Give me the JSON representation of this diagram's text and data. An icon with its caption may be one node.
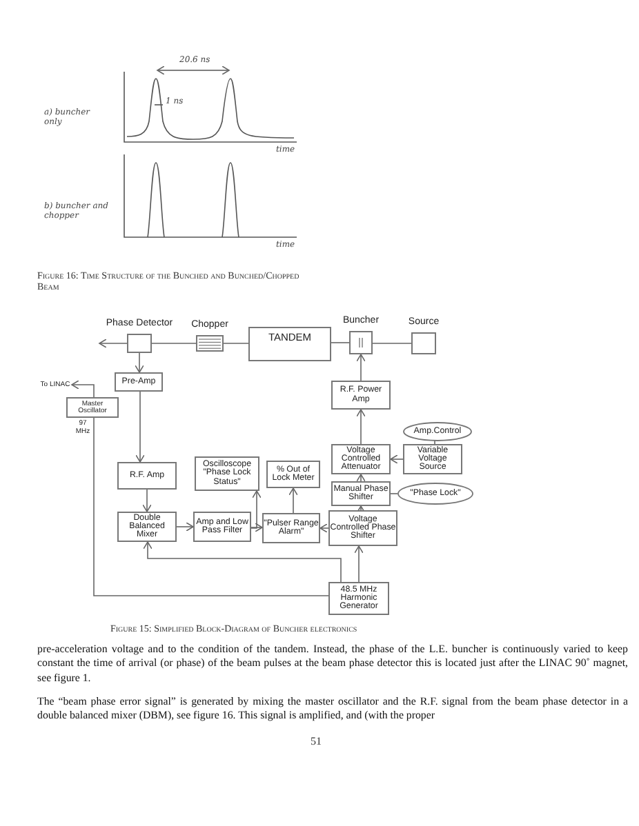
{
  "diagram": {
    "caption": "Figure 15: Simplified Block-Diagram of Buncher electronics",
    "nodes": [
      {
        "text": [
          "Phase Detector"
        ]
      },
      {
        "text": [
          "Chopper"
        ]
      },
      {
        "text": [
          "TANDEM"
        ]
      },
      {
        "text": [
          "Buncher"
        ]
      },
      {
        "text": [
          "Source"
        ]
      },
      {
        "text": [
          "Pre-Amp"
        ]
      },
      {
        "text": [
          "Master Oscillator"
        ],
        "beside": [
          "97 MHz"
        ]
      },
      {
        "text": [
          "R.F. Amp"
        ]
      },
      {
        "text": [
          "Double Balanced Mixer"
        ]
      },
      {
        "text": [
          "Amp and Low Pass Filter"
        ]
      },
      {
        "text": [
          "Oscilloscope \"Phase Lock Status\""
        ]
      },
      {
        "text": [
          "% Out of Lock Meter"
        ]
      },
      {
        "text": [
          "\"Pulser Range Alarm\""
        ]
      },
      {
        "text": [
          "R.F. Power Amp"
        ]
      },
      {
        "text": [
          "Amp.Control"
        ]
      },
      {
        "text": [
          "Voltage Controlled Attenuator"
        ]
      },
      {
        "text": [
          "Variable Voltage Source"
        ]
      },
      {
        "text": [
          "Manual Phase Shifter"
        ]
      },
      {
        "text": [
          "\"Phase Lock\""
        ]
      },
      {
        "text": [
          "Voltage Controlled Phase Shifter"
        ]
      },
      {
        "text": [
          "48.5 MHz Harmonic Generator"
        ]
      },
      {
        "text": [
          "To LINAC"
        ]
      }
    ],
    "edges": [
      {
        "from": 4,
        "to": 3,
        "arrow": "none"
      },
      {
        "from": 3,
        "to": 2,
        "arrow": "none"
      },
      {
        "from": 2,
        "to": 1,
        "arrow": "none"
      },
      {
        "from": 1,
        "to": 0,
        "arrow": "none"
      },
      {
        "from": 0,
        "to": null,
        "arrow": "to"
      },
      {
        "from": 0,
        "to": 5,
        "arrow": "to"
      },
      {
        "from": 5,
        "to": 7,
        "arrow": "to"
      },
      {
        "from": 7,
        "to": 8,
        "arrow": "to"
      },
      {
        "from": 8,
        "to": 9,
        "arrow": "to"
      },
      {
        "from": 9,
        "to": 12,
        "arrow": "to"
      },
      {
        "from": 9,
        "to": 10,
        "arrow": "to"
      },
      {
        "from": 12,
        "to": 11,
        "arrow": "to"
      },
      {
        "from": 19,
        "to": 12,
        "arrow": "to"
      },
      {
        "from": 20,
        "to": 19,
        "arrow": "to"
      },
      {
        "from": 19,
        "to": 17,
        "arrow": "to"
      },
      {
        "from": 17,
        "to": 15,
        "arrow": "to"
      },
      {
        "from": 15,
        "to": 13,
        "arrow": "to"
      },
      {
        "from": 13,
        "to": 3,
        "arrow": "to"
      },
      {
        "from": 16,
        "to": 15,
        "arrow": "to"
      },
      {
        "from": 14,
        "to": 16,
        "arrow": "none"
      },
      {
        "from": 18,
        "to": 17,
        "arrow": "none"
      },
      {
        "from": 20,
        "to": 8,
        "arrow": "to"
      },
      {
        "from": 6,
        "to": 20,
        "arrow": "none"
      },
      {
        "from": 6,
        "to": 21,
        "arrow": "to"
      }
    ],
    "labels": [
      "20.6 ns",
      "1 ns",
      "a) buncher only",
      "time",
      "b) buncher and chopper",
      "time",
      "Figure 16: Time Structure of the Bunched and Bunched/Chopped Beam",
      "pre-acceleration voltage and to the condition of the tandem. Instead, the phase of the L.E. buncher is continuously varied to keep constant the time of arrival (or phase) of the beam pulses at the beam phase detector this is located just after the LINAC 90˚ magnet, see figure 1.",
      "The “beam phase error signal” is generated by mixing the master oscillator and the R.F. signal from the beam phase detector in a double balanced mixer (DBM), see figure 16. This signal is amplified, and (with the proper",
      "51"
    ]
  }
}
